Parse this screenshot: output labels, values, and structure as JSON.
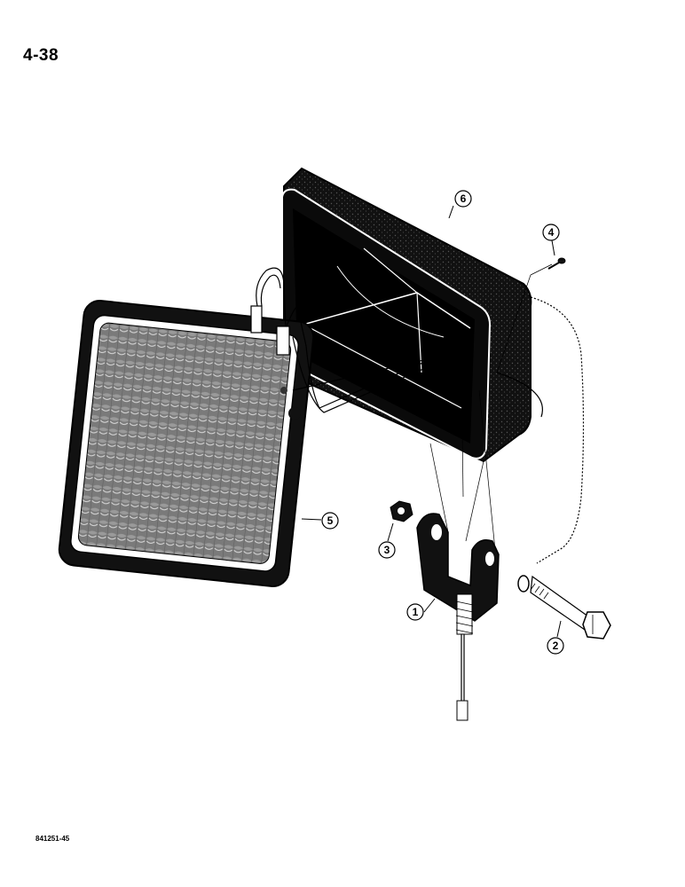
{
  "page_number": "4-38",
  "figure_code": "841251-45",
  "callouts": [
    {
      "id": "1",
      "label": "1"
    },
    {
      "id": "2",
      "label": "2"
    },
    {
      "id": "3",
      "label": "3"
    },
    {
      "id": "4",
      "label": "4"
    },
    {
      "id": "5",
      "label": "5"
    },
    {
      "id": "6",
      "label": "6"
    }
  ]
}
